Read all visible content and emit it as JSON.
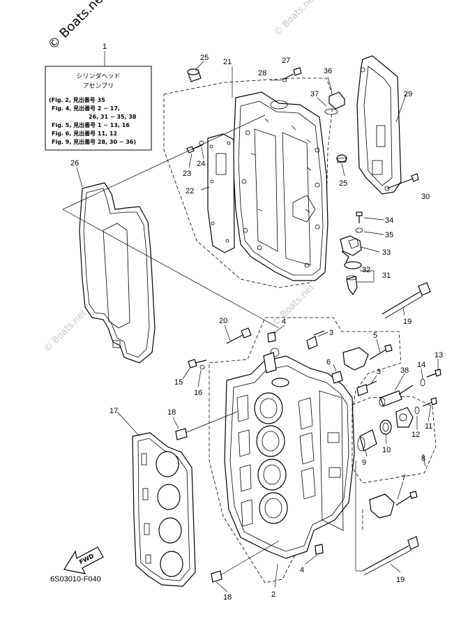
{
  "watermarks": {
    "top": "© Boats.net",
    "mid1": "© Boats.net",
    "mid2": "© Boats.net"
  },
  "assembly_box": {
    "ref": "1",
    "title_line1": "シリンダヘッド",
    "title_line2": "アセンブリ",
    "lines": [
      "(Fig. 2, 見出番号 35",
      "Fig. 4, 見出番号 2 ~ 17,",
      "26, 31 ~ 35, 38",
      "Fig. 5, 見出番号 1 ~ 13, 16",
      "Fig. 6, 見出番号 11, 12",
      "Fig. 9, 見出番号 28, 30 ~ 36)"
    ]
  },
  "callouts": {
    "c25a": "25",
    "c21": "21",
    "c27": "27",
    "c28": "28",
    "c36": "36",
    "c37": "37",
    "c29": "29",
    "c26": "26",
    "c23": "23",
    "c24": "24",
    "c22": "22",
    "c25b": "25",
    "c30": "30",
    "c34": "34",
    "c35": "35",
    "c33": "33",
    "c32": "32",
    "c31": "31",
    "c19a": "19",
    "c20": "20",
    "c4a": "4",
    "c3a": "3",
    "c5": "5",
    "c13": "13",
    "c14": "14",
    "c38": "38",
    "c6": "6",
    "c3b": "3",
    "c15": "15",
    "c16": "16",
    "c17": "17",
    "c18a": "18",
    "c11": "11",
    "c12": "12",
    "c10": "10",
    "c9": "9",
    "c8": "8",
    "c7": "7",
    "c4b": "4",
    "c19b": "19",
    "c18b": "18",
    "c2": "2"
  },
  "fwd_label": "FWD",
  "figure_code": "6S03010-F040"
}
